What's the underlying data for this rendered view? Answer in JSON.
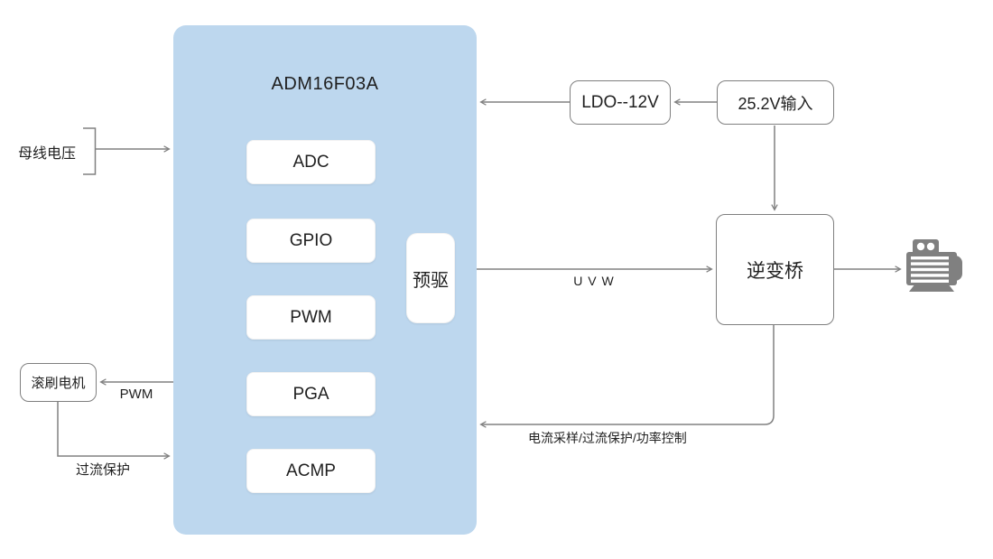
{
  "diagram": {
    "chip": {
      "title": "ADM16F03A",
      "modules": [
        "ADC",
        "GPIO",
        "PWM",
        "PGA",
        "ACMP"
      ],
      "predriver_label": "预驱"
    },
    "nodes": {
      "ldo": "LDO--12V",
      "power_input": "25.2V输入",
      "inverter_bridge": "逆变桥",
      "brush_motor": "滚刷电机"
    },
    "edge_labels": {
      "bus_voltage": "母线电压",
      "pwm": "PWM",
      "overcurrent_protection": "过流保护",
      "uvw": "U V W",
      "feedback": "电流采样/过流保护/功率控制"
    },
    "icons": {
      "motor": "motor-icon"
    },
    "colors": {
      "chip_fill": "#BDD7EE",
      "connector": "#808080",
      "node_border": "#7F7F7F",
      "text": "#1f1f1f",
      "motor_icon": "#808080"
    }
  }
}
